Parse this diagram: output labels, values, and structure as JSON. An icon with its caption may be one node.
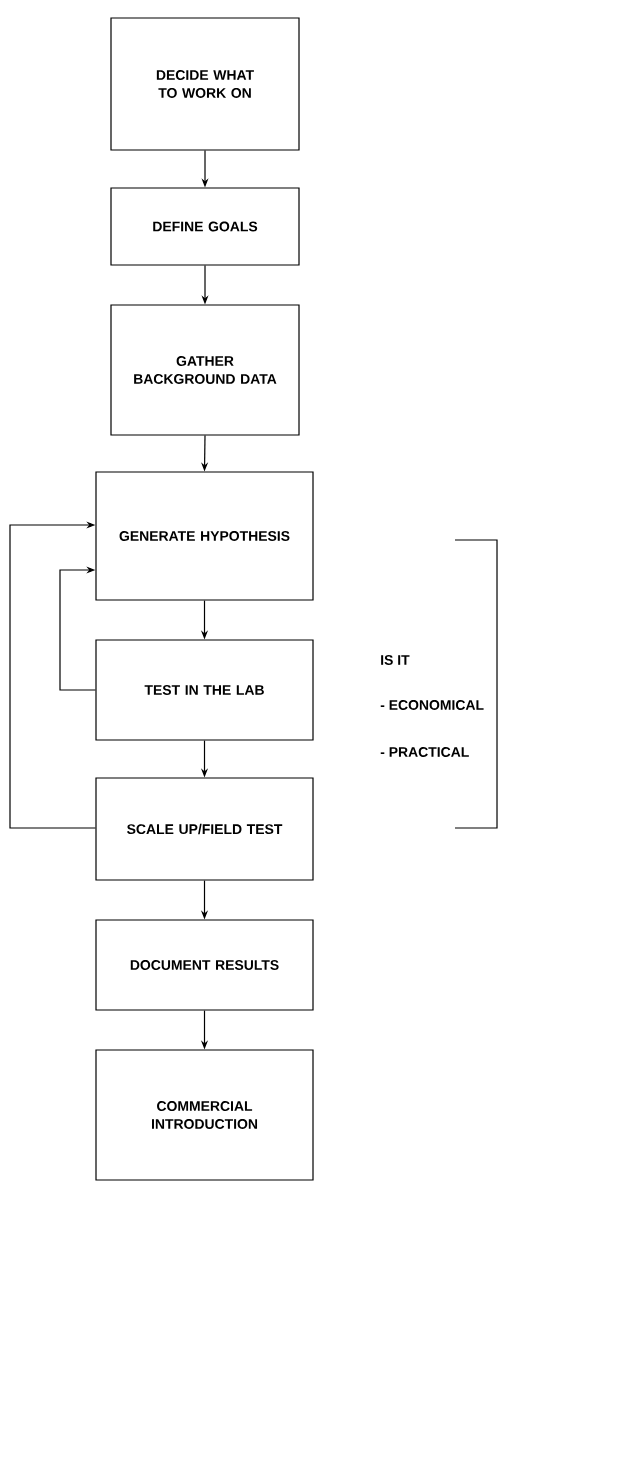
{
  "diagram": {
    "nodes": [
      {
        "text": [
          "DECIDE WHAT TO WORK ON"
        ]
      },
      {
        "text": [
          "DEFINE GOALS"
        ]
      },
      {
        "text": [
          "GATHER BACKGROUND DATA"
        ]
      },
      {
        "text": [
          "GENERATE HYPOTHESIS"
        ]
      },
      {
        "text": [
          "TEST IN THE LAB"
        ]
      },
      {
        "text": [
          "SCALE UP/FIELD TEST"
        ]
      },
      {
        "text": [
          "DOCUMENT RESULTS"
        ]
      },
      {
        "text": [
          "COMMERCIAL INTRODUCTION"
        ]
      }
    ],
    "edges": [
      {
        "from": 0,
        "to": 1,
        "arrow": "to"
      },
      {
        "from": 1,
        "to": 2,
        "arrow": "to"
      },
      {
        "from": 2,
        "to": 3,
        "arrow": "to"
      },
      {
        "from": 3,
        "to": 4,
        "arrow": "to"
      },
      {
        "from": 4,
        "to": 5,
        "arrow": "to"
      },
      {
        "from": 5,
        "to": 6,
        "arrow": "to"
      },
      {
        "from": 6,
        "to": 7,
        "arrow": "to"
      },
      {
        "from": 4,
        "to": 3,
        "arrow": "to"
      },
      {
        "from": 5,
        "to": 3,
        "arrow": "to"
      }
    ],
    "labels": [
      "IS IT",
      "- ECONOMICAL",
      "- PRACTICAL"
    ]
  }
}
